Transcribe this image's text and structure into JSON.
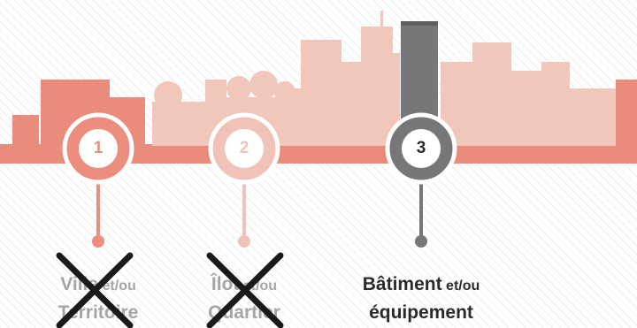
{
  "steps": [
    {
      "number": "1",
      "title_line1": "Ville",
      "conjunction": "et/ou",
      "title_line2": "Territoire",
      "crossed_out": true,
      "color": "#ec8e7d"
    },
    {
      "number": "2",
      "title_line1": "Îlot",
      "conjunction": "et/ou",
      "title_line2": "Quartier",
      "crossed_out": true,
      "color": "#f1c3b8"
    },
    {
      "number": "3",
      "title_line1": "Bâtiment",
      "conjunction": "et/ou",
      "title_line2": "équipement",
      "crossed_out": false,
      "color": "#77777a"
    }
  ],
  "colors": {
    "skyline_light": "#f1c7bb",
    "skyline_dark": "#ea8c7b",
    "highlight_building": "#77777a",
    "muted_text": "#a5a5a5",
    "active_text": "#2b2b2b",
    "cross": "#1a1a1a"
  }
}
